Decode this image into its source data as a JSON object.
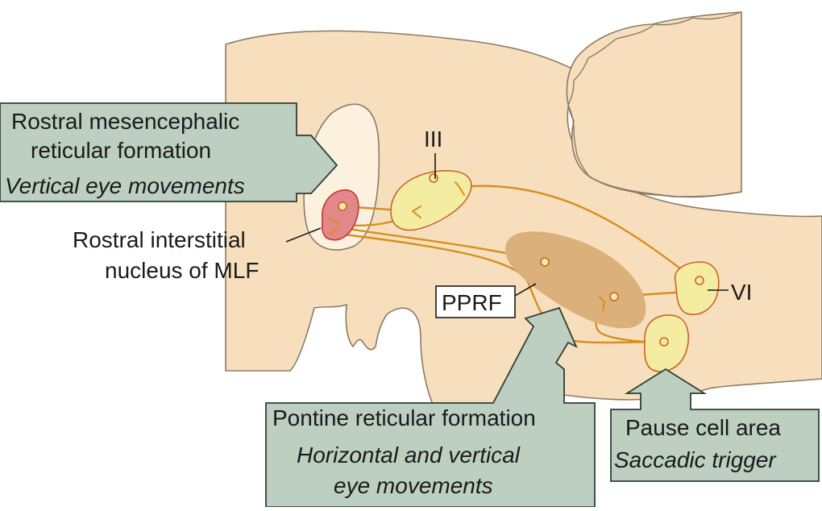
{
  "colors": {
    "brainstem": "#f7dfbe",
    "cerebellum": "#f7dfbe",
    "outline": "#8c7a64",
    "rmrf_region": "#fcf0df",
    "riMLF_fill": "#e3888a",
    "riMLF_edge": "#c0392b",
    "nucleus_fill": "#f4eca0",
    "nucleus_edge": "#c8642a",
    "pprf_fill": "#dcb07a",
    "fiber": "#d68f1e",
    "callout_fill": "#bccfc0",
    "callout_edge": "#2e3f35",
    "label_box_edge": "#1a1a1a"
  },
  "labels": {
    "rmrf_line1": "Rostral mesencephalic",
    "rmrf_line2": "reticular formation",
    "rmrf_line3": "Vertical eye movements",
    "riMLF_line1": "Rostral interstitial",
    "riMLF_line2": "nucleus of MLF",
    "nucleus_III": "III",
    "nucleus_VI": "VI",
    "pprf": "PPRF",
    "prf_line1": "Pontine reticular formation",
    "prf_line2": "Horizontal and vertical",
    "prf_line3": "eye movements",
    "pause_line1": "Pause cell area",
    "pause_line2": "Saccadic trigger"
  }
}
